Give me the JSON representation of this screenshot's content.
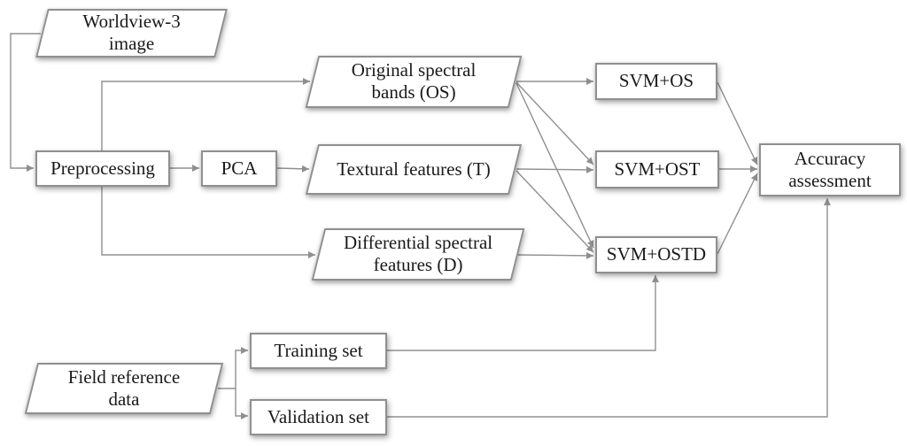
{
  "figure": {
    "type": "flowchart",
    "background": "#ffffff"
  },
  "colors": {
    "box_fill": "#ffffff",
    "box_border": "#8f8f8f",
    "connector": "#909090",
    "text": "#1a1a1a"
  },
  "nodes": {
    "worldview": {
      "shape": "parallelogram",
      "lines": [
        "Worldview-3",
        "image"
      ]
    },
    "preprocessing": {
      "shape": "rect",
      "lines": [
        "Preprocessing"
      ]
    },
    "pca": {
      "shape": "rect",
      "lines": [
        "PCA"
      ]
    },
    "os": {
      "shape": "parallelogram",
      "lines": [
        "Original spectral",
        "bands (OS)"
      ]
    },
    "t": {
      "shape": "parallelogram",
      "lines": [
        "Textural features (T)"
      ]
    },
    "d": {
      "shape": "parallelogram",
      "lines": [
        "Differential spectral",
        "features (D)"
      ]
    },
    "svm_os": {
      "shape": "rect",
      "lines": [
        "SVM+OS"
      ]
    },
    "svm_ost": {
      "shape": "rect",
      "lines": [
        "SVM+OST"
      ]
    },
    "svm_ostd": {
      "shape": "rect",
      "lines": [
        "SVM+OSTD"
      ]
    },
    "accuracy": {
      "shape": "rect",
      "lines": [
        "Accuracy",
        "assessment"
      ]
    },
    "field": {
      "shape": "parallelogram",
      "lines": [
        "Field reference",
        "data"
      ]
    },
    "training": {
      "shape": "rect",
      "lines": [
        "Training set"
      ]
    },
    "validation": {
      "shape": "rect",
      "lines": [
        "Validation set"
      ]
    }
  },
  "edges": [
    {
      "from": "worldview",
      "to": "preprocessing"
    },
    {
      "from": "preprocessing",
      "to": "pca"
    },
    {
      "from": "preprocessing",
      "to": "os"
    },
    {
      "from": "preprocessing",
      "to": "d"
    },
    {
      "from": "pca",
      "to": "t"
    },
    {
      "from": "os",
      "to": "svm_os"
    },
    {
      "from": "os",
      "to": "svm_ost"
    },
    {
      "from": "os",
      "to": "svm_ostd"
    },
    {
      "from": "t",
      "to": "svm_ost"
    },
    {
      "from": "t",
      "to": "svm_ostd"
    },
    {
      "from": "d",
      "to": "svm_ostd"
    },
    {
      "from": "svm_os",
      "to": "accuracy"
    },
    {
      "from": "svm_ost",
      "to": "accuracy"
    },
    {
      "from": "svm_ostd",
      "to": "accuracy"
    },
    {
      "from": "field",
      "to": "training"
    },
    {
      "from": "field",
      "to": "validation"
    },
    {
      "from": "training",
      "to": "svm_ostd"
    },
    {
      "from": "validation",
      "to": "accuracy"
    }
  ]
}
